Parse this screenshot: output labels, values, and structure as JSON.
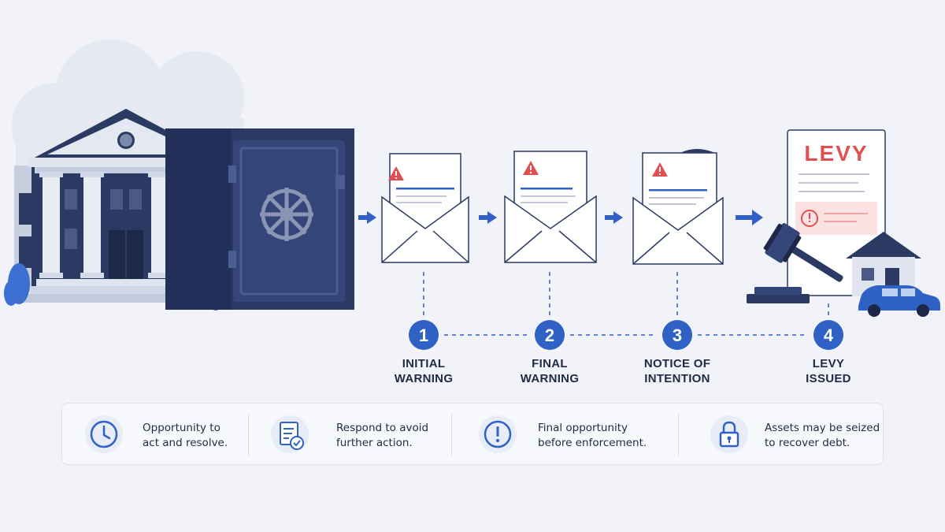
{
  "steps": [
    {
      "number": "1",
      "label_line1": "INITIAL",
      "label_line2": "WARNING"
    },
    {
      "number": "2",
      "label_line1": "FINAL",
      "label_line2": "WARNING"
    },
    {
      "number": "3",
      "label_line1": "NOTICE OF",
      "label_line2": "INTENTION"
    },
    {
      "number": "4",
      "label_line1": "LEVY",
      "label_line2": "ISSUED"
    }
  ],
  "levy_document": {
    "title": "LEVY"
  },
  "info_items": [
    {
      "icon": "clock-icon",
      "line1": "Opportunity to",
      "line2": "act and resolve."
    },
    {
      "icon": "document-check-icon",
      "line1": "Respond to avoid",
      "line2": "further action."
    },
    {
      "icon": "exclamation-circle-icon",
      "line1": "Final opportunity",
      "line2": "before enforcement."
    },
    {
      "icon": "padlock-icon",
      "line1": "Assets may be seized",
      "line2": "to recover debt."
    }
  ],
  "colors": {
    "navy": "#2b3a63",
    "accent_blue": "#2f62c4",
    "warning_red": "#e05050",
    "background": "#f1f3f8"
  }
}
